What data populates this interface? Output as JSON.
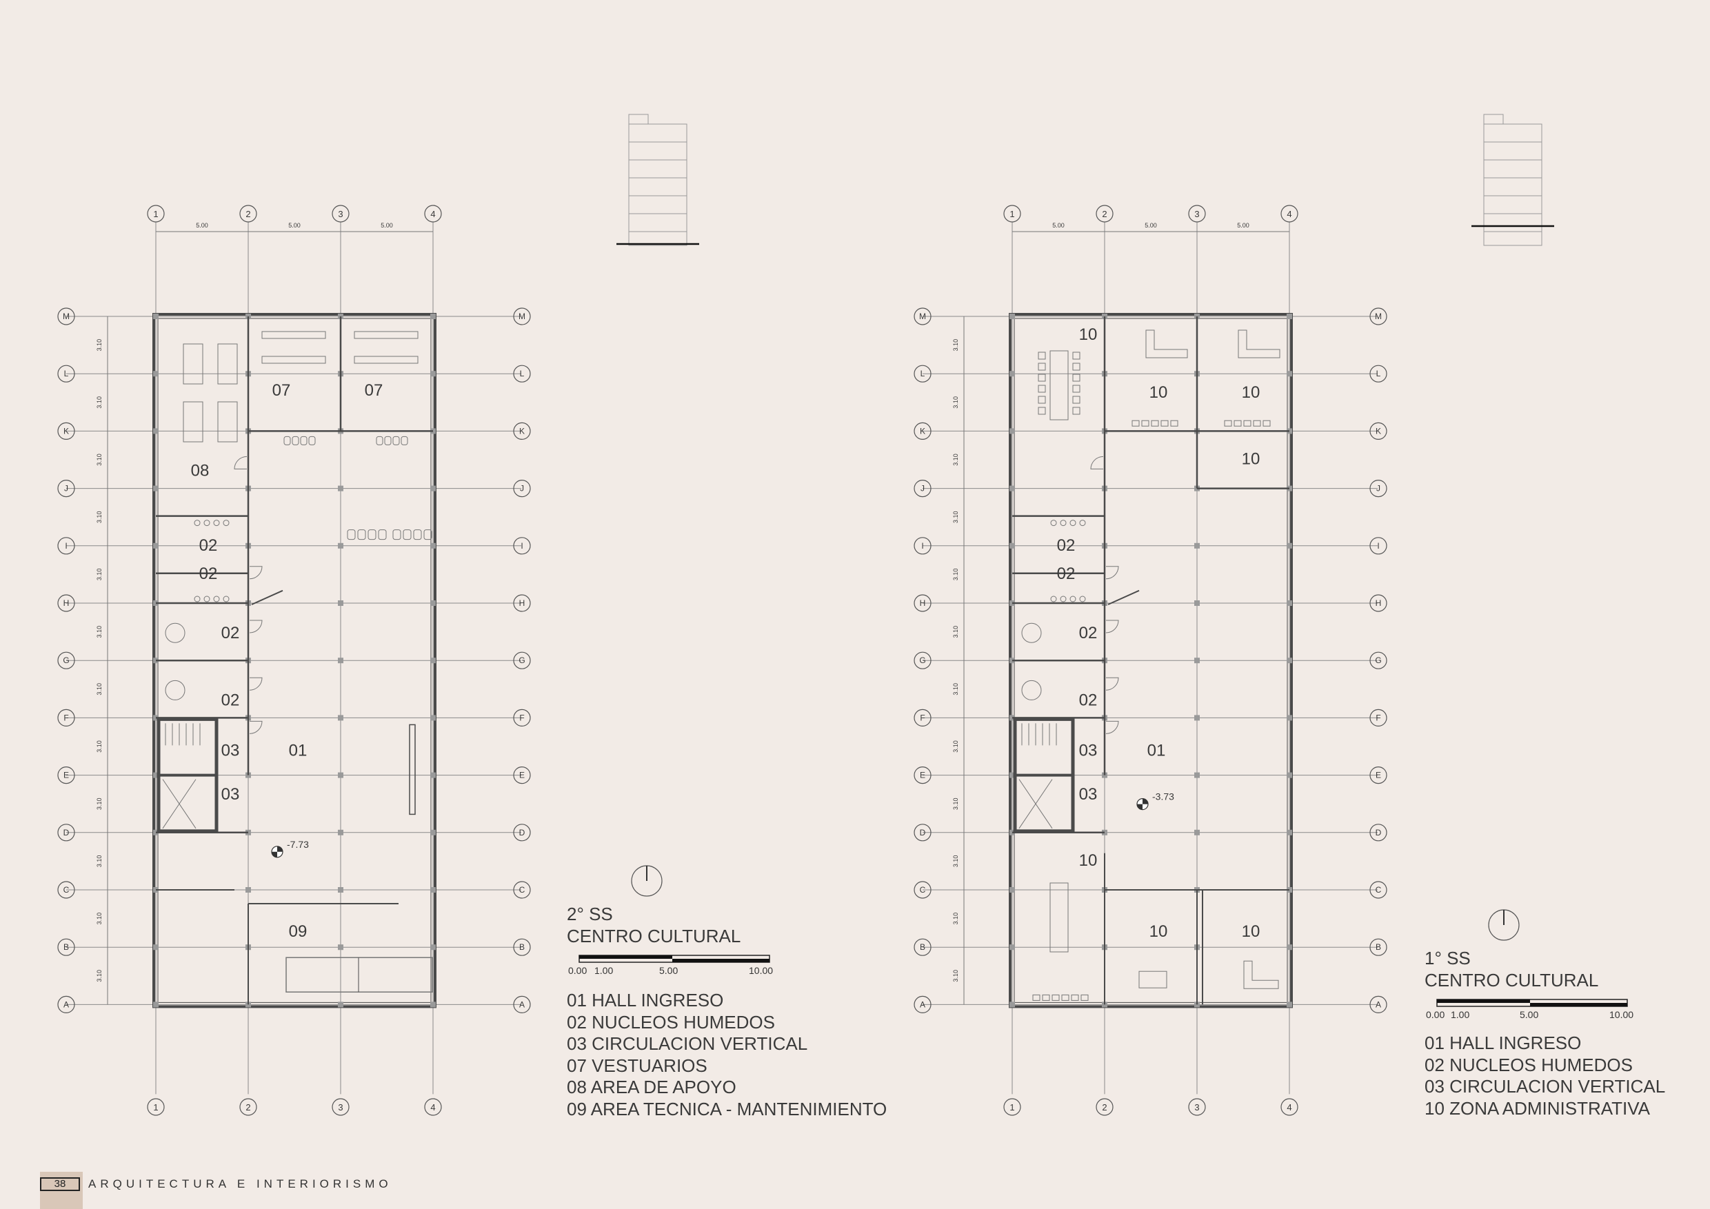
{
  "plans": [
    {
      "id": "second-basement",
      "title_line1": "2° SS",
      "title_line2": "CENTRO CULTURAL",
      "scale_labels": [
        "0.00",
        "1.00",
        "5.00",
        "10.00"
      ],
      "level": "-7.73",
      "column_labels": [
        "1",
        "2",
        "3",
        "4"
      ],
      "bay_dims": [
        "5.00",
        "5.00",
        "5.00"
      ],
      "row_labels": [
        "M",
        "L",
        "K",
        "J",
        "I",
        "H",
        "G",
        "F",
        "E",
        "D",
        "C",
        "B",
        "A"
      ],
      "row_dim": "3.10",
      "room_tags": [
        "07",
        "07",
        "08",
        "02",
        "02",
        "02",
        "02",
        "03",
        "01",
        "03",
        "09"
      ],
      "legend": [
        "01 HALL INGRESO",
        "02 NUCLEOS HUMEDOS",
        "03 CIRCULACION VERTICAL",
        "07 VESTUARIOS",
        "08 AREA DE APOYO",
        "09 AREA TECNICA - MANTENIMIENTO"
      ]
    },
    {
      "id": "first-basement",
      "title_line1": "1° SS",
      "title_line2": "CENTRO CULTURAL",
      "scale_labels": [
        "0.00",
        "1.00",
        "5.00",
        "10.00"
      ],
      "level": "-3.73",
      "column_labels": [
        "1",
        "2",
        "3",
        "4"
      ],
      "bay_dims": [
        "5.00",
        "5.00",
        "5.00"
      ],
      "row_labels": [
        "M",
        "L",
        "K",
        "J",
        "I",
        "H",
        "G",
        "F",
        "E",
        "D",
        "C",
        "B",
        "A"
      ],
      "row_dim": "3.10",
      "room_tags": [
        "10",
        "10",
        "10",
        "10",
        "02",
        "02",
        "02",
        "02",
        "03",
        "01",
        "03",
        "10",
        "10",
        "10"
      ],
      "legend": [
        "01 HALL INGRESO",
        "02 NUCLEOS HUMEDOS",
        "03 CIRCULACION VERTICAL",
        "10 ZONA ADMINISTRATIVA"
      ]
    }
  ],
  "footer": {
    "page_number": "38",
    "text": "ARQUITECTURA E INTERIORISMO"
  },
  "colors": {
    "background": "#f2ebe6",
    "line": "#4a4a4a",
    "footer_block": "#d9c7b8"
  }
}
